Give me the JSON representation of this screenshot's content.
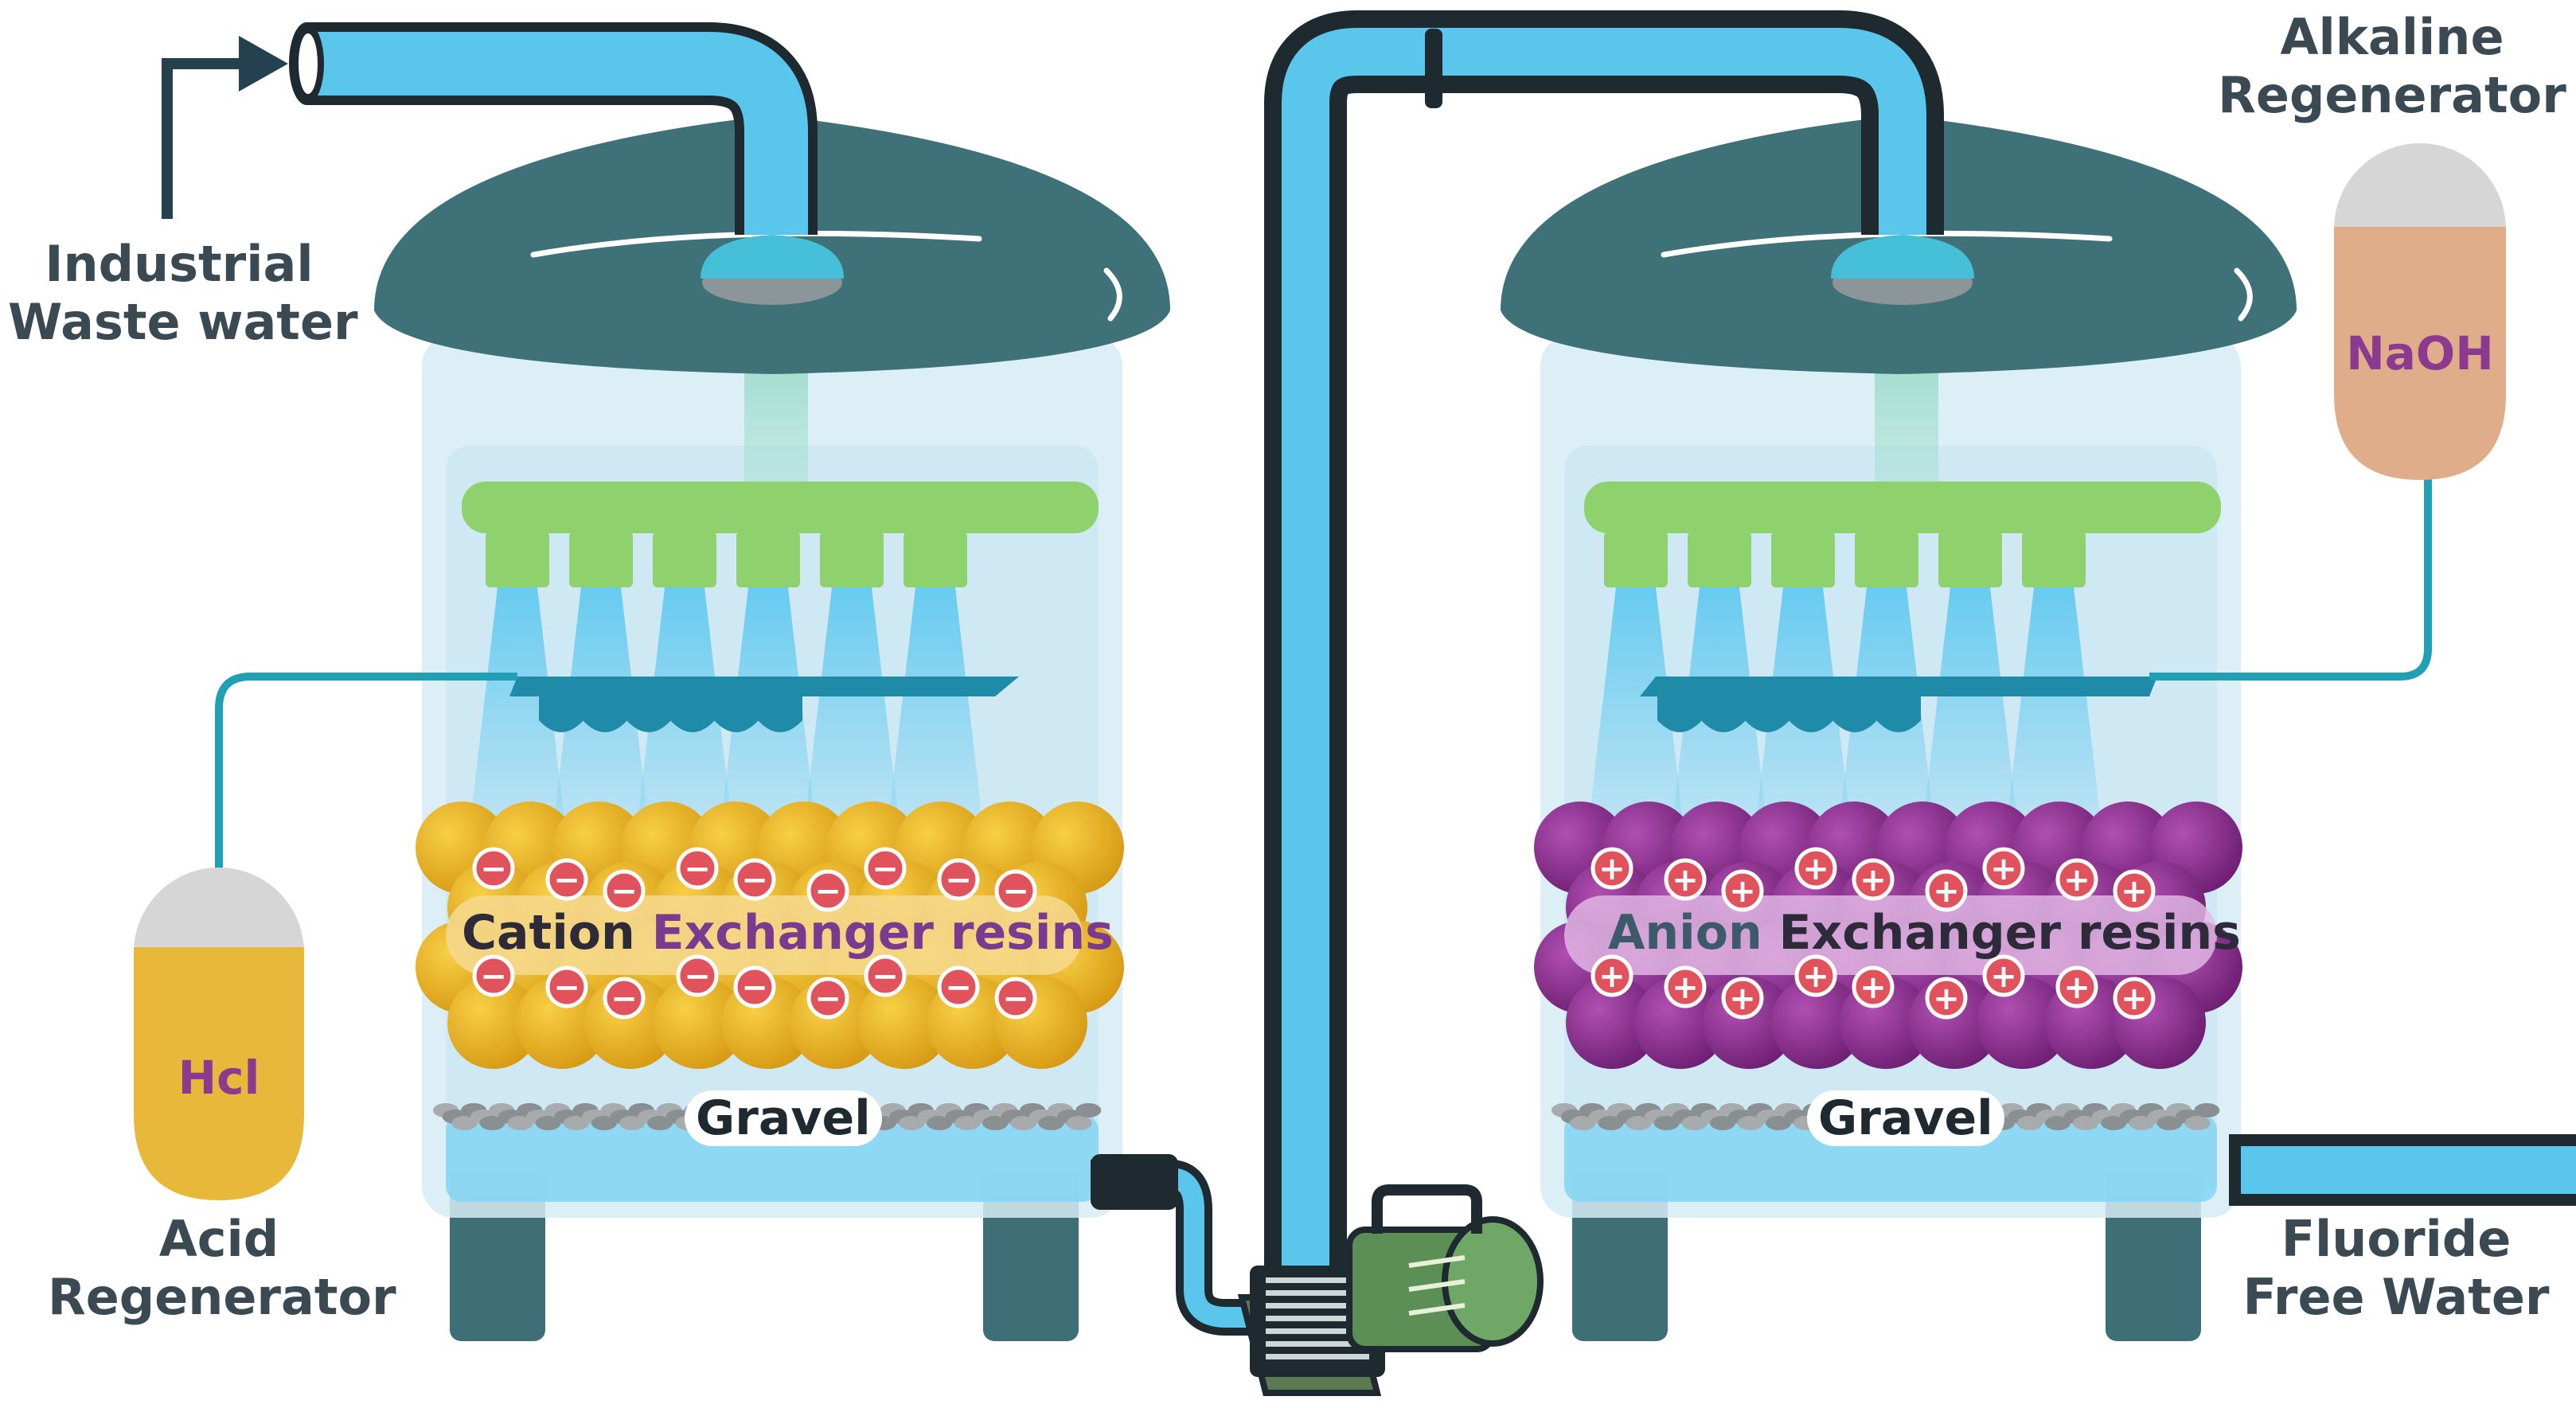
{
  "labels": {
    "industrial_line1": "Industrial",
    "industrial_line2": "Waste water",
    "alkaline_line1": "Alkaline",
    "alkaline_line2": "Regenerator",
    "acid_line1": "Acid",
    "acid_line2": "Regenerator",
    "fluoride_line1": "Fluoride",
    "fluoride_line2": "Free Water"
  },
  "tanks": {
    "left": {
      "resin_word1": "Cation",
      "resin_word2": "Exchanger resins",
      "gravel": "Gravel",
      "resin_color": "#e8b324",
      "ion_sign": "−",
      "ion_color": "#e0535d"
    },
    "right": {
      "resin_word1": "Anion",
      "resin_word2": "Exchanger resins",
      "gravel": "Gravel",
      "resin_color": "#8a2e8f",
      "ion_sign": "+",
      "ion_color": "#e0535d"
    }
  },
  "regenerators": {
    "acid": {
      "chemical": "Hcl",
      "color": "#e8b83a"
    },
    "alkaline": {
      "chemical": "NaOH",
      "color": "#e0ad8a"
    }
  },
  "colors": {
    "lid": "#3e7178",
    "pipe": "#5bc6ec",
    "pipe_outline": "#1f2a30",
    "spray_head": "#8fd16d",
    "tank_glass": "#d6ecf6",
    "water": "#7ed3f2",
    "label_text": "#3b4a52",
    "pump": "#5b8f55"
  }
}
